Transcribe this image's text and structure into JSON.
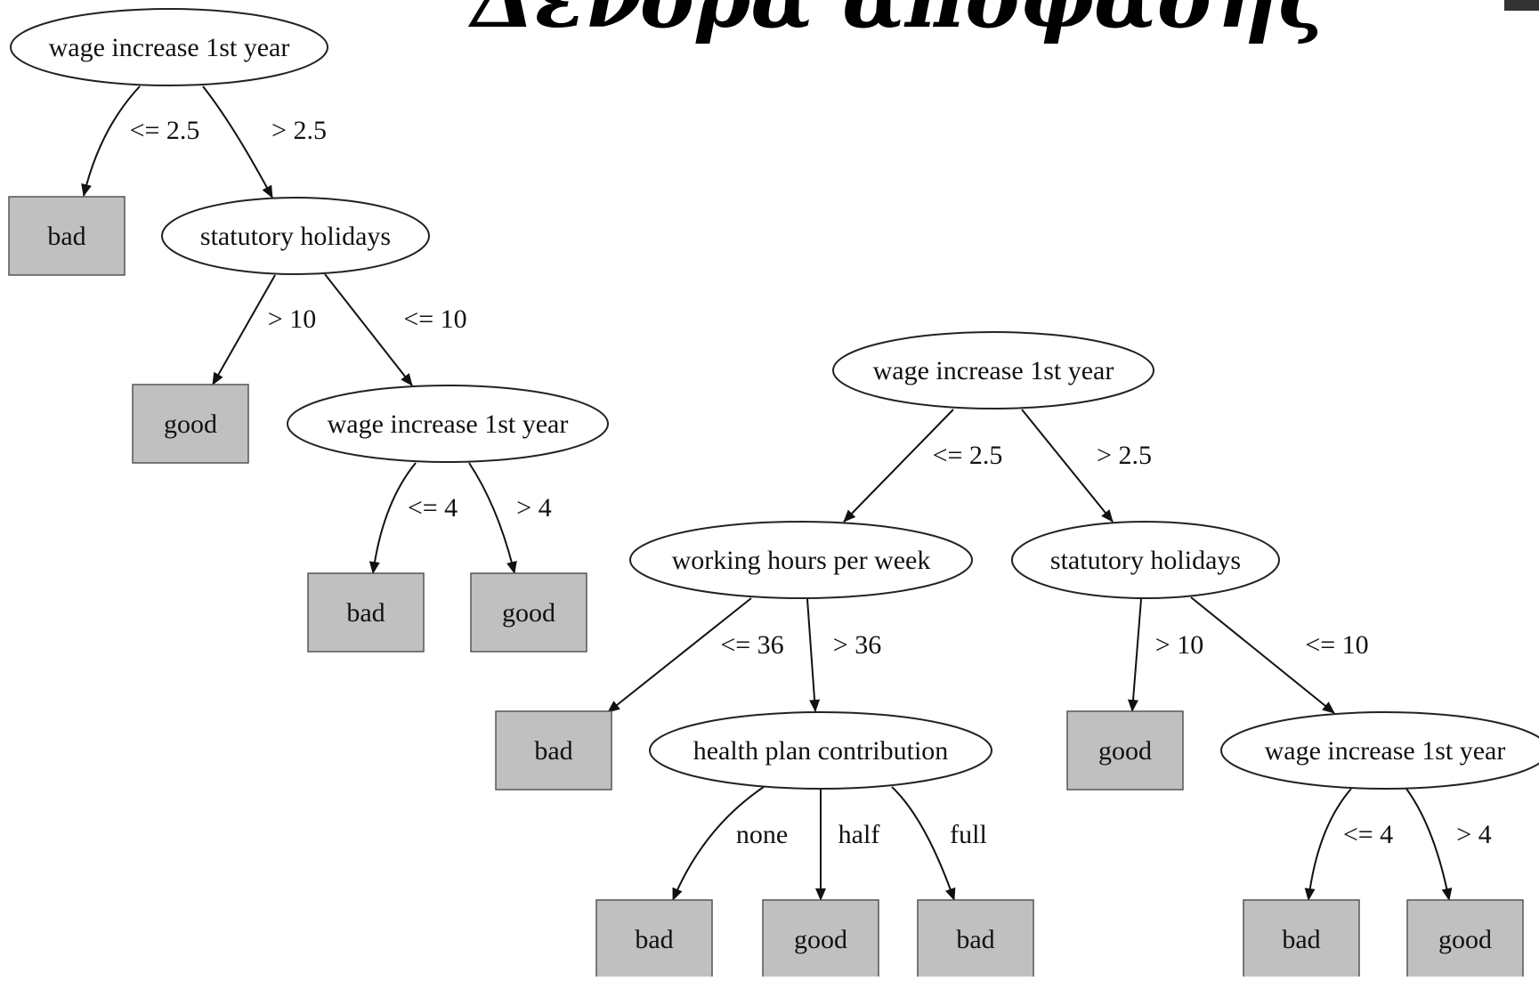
{
  "slide": {
    "title": "Δένδρα απόφασης"
  },
  "colors": {
    "leaf_fill": "#c0c0c0",
    "stroke": "#222222",
    "background": "#ffffff"
  },
  "trees": [
    {
      "name": "left-tree",
      "nodes": [
        {
          "id": "L1",
          "type": "decision",
          "label": "wage increase 1st year"
        },
        {
          "id": "L2",
          "type": "leaf",
          "label": "bad"
        },
        {
          "id": "L3",
          "type": "decision",
          "label": "statutory holidays"
        },
        {
          "id": "L4",
          "type": "leaf",
          "label": "good"
        },
        {
          "id": "L5",
          "type": "decision",
          "label": "wage increase 1st year"
        },
        {
          "id": "L6",
          "type": "leaf",
          "label": "bad"
        },
        {
          "id": "L7",
          "type": "leaf",
          "label": "good"
        }
      ],
      "edges": [
        {
          "from": "L1",
          "to": "L2",
          "label": "<= 2.5"
        },
        {
          "from": "L1",
          "to": "L3",
          "label": "> 2.5"
        },
        {
          "from": "L3",
          "to": "L4",
          "label": "> 10"
        },
        {
          "from": "L3",
          "to": "L5",
          "label": "<= 10"
        },
        {
          "from": "L5",
          "to": "L6",
          "label": "<= 4"
        },
        {
          "from": "L5",
          "to": "L7",
          "label": "> 4"
        }
      ]
    },
    {
      "name": "right-tree",
      "nodes": [
        {
          "id": "R1",
          "type": "decision",
          "label": "wage increase 1st year"
        },
        {
          "id": "R2",
          "type": "decision",
          "label": "working hours per week"
        },
        {
          "id": "R3",
          "type": "decision",
          "label": "statutory holidays"
        },
        {
          "id": "R4",
          "type": "leaf",
          "label": "bad"
        },
        {
          "id": "R5",
          "type": "decision",
          "label": "health plan contribution"
        },
        {
          "id": "R6",
          "type": "leaf",
          "label": "good"
        },
        {
          "id": "R7",
          "type": "decision",
          "label": "wage increase 1st year"
        },
        {
          "id": "R8",
          "type": "leaf",
          "label": "bad"
        },
        {
          "id": "R9",
          "type": "leaf",
          "label": "good"
        },
        {
          "id": "R10",
          "type": "leaf",
          "label": "bad"
        },
        {
          "id": "R11",
          "type": "leaf",
          "label": "bad"
        },
        {
          "id": "R12",
          "type": "leaf",
          "label": "good"
        }
      ],
      "edges": [
        {
          "from": "R1",
          "to": "R2",
          "label": "<= 2.5"
        },
        {
          "from": "R1",
          "to": "R3",
          "label": "> 2.5"
        },
        {
          "from": "R2",
          "to": "R4",
          "label": "<= 36"
        },
        {
          "from": "R2",
          "to": "R5",
          "label": "> 36"
        },
        {
          "from": "R3",
          "to": "R6",
          "label": "> 10"
        },
        {
          "from": "R3",
          "to": "R7",
          "label": "<= 10"
        },
        {
          "from": "R5",
          "to": "R8",
          "label": "none"
        },
        {
          "from": "R5",
          "to": "R9",
          "label": "half"
        },
        {
          "from": "R5",
          "to": "R10",
          "label": "full"
        },
        {
          "from": "R7",
          "to": "R11",
          "label": "<= 4"
        },
        {
          "from": "R7",
          "to": "R12",
          "label": "> 4"
        }
      ]
    }
  ]
}
